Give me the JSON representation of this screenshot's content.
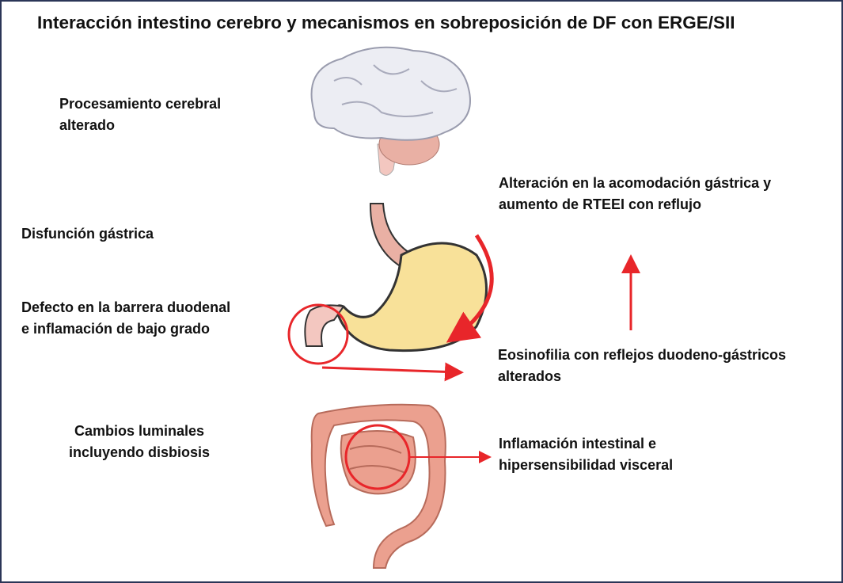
{
  "title": "Interacción intestino cerebro y mecanismos en sobreposición de DF con ERGE/SII",
  "labels": {
    "brain": [
      "Procesamiento cerebral",
      "alterado"
    ],
    "accommodation": [
      "Alteración en la acomodación gástrica y",
      "aumento de RTEEI con reflujo"
    ],
    "gastric": [
      "Disfunción gástrica"
    ],
    "duodenal": [
      "Defecto en la barrera duodenal",
      "e inflamación de bajo grado"
    ],
    "eosinophilia": [
      "Eosinofilia con reflejos duodeno-gástricos",
      "alterados"
    ],
    "luminal": [
      "Cambios luminales",
      "incluyendo disbiosis"
    ],
    "intestinal": [
      "Inflamación intestinal e",
      "hipersensibilidad visceral"
    ]
  },
  "colors": {
    "accent": "#e8262a",
    "border": "#2b3557",
    "stomach": "#f8e199",
    "intestine": "#eba08f"
  }
}
